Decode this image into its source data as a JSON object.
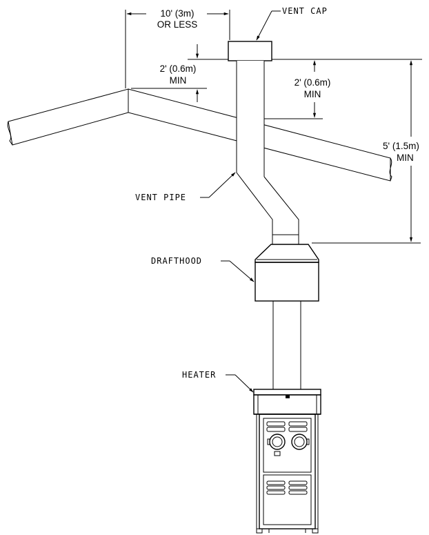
{
  "labels": {
    "vent_cap": "VENT CAP",
    "vent_pipe": "VENT PIPE",
    "drafthood": "DRAFTHOOD",
    "heater": "HEATER"
  },
  "dimensions": {
    "horizontal_distance": {
      "line1": "10' (3m)",
      "line2": "OR LESS"
    },
    "above_ridge": {
      "line1": "2' (0.6m)",
      "line2": "MIN"
    },
    "above_roof": {
      "line1": "2' (0.6m)",
      "line2": "MIN"
    },
    "total_height": {
      "line1": "5' (1.5m)",
      "line2": "MIN"
    }
  }
}
